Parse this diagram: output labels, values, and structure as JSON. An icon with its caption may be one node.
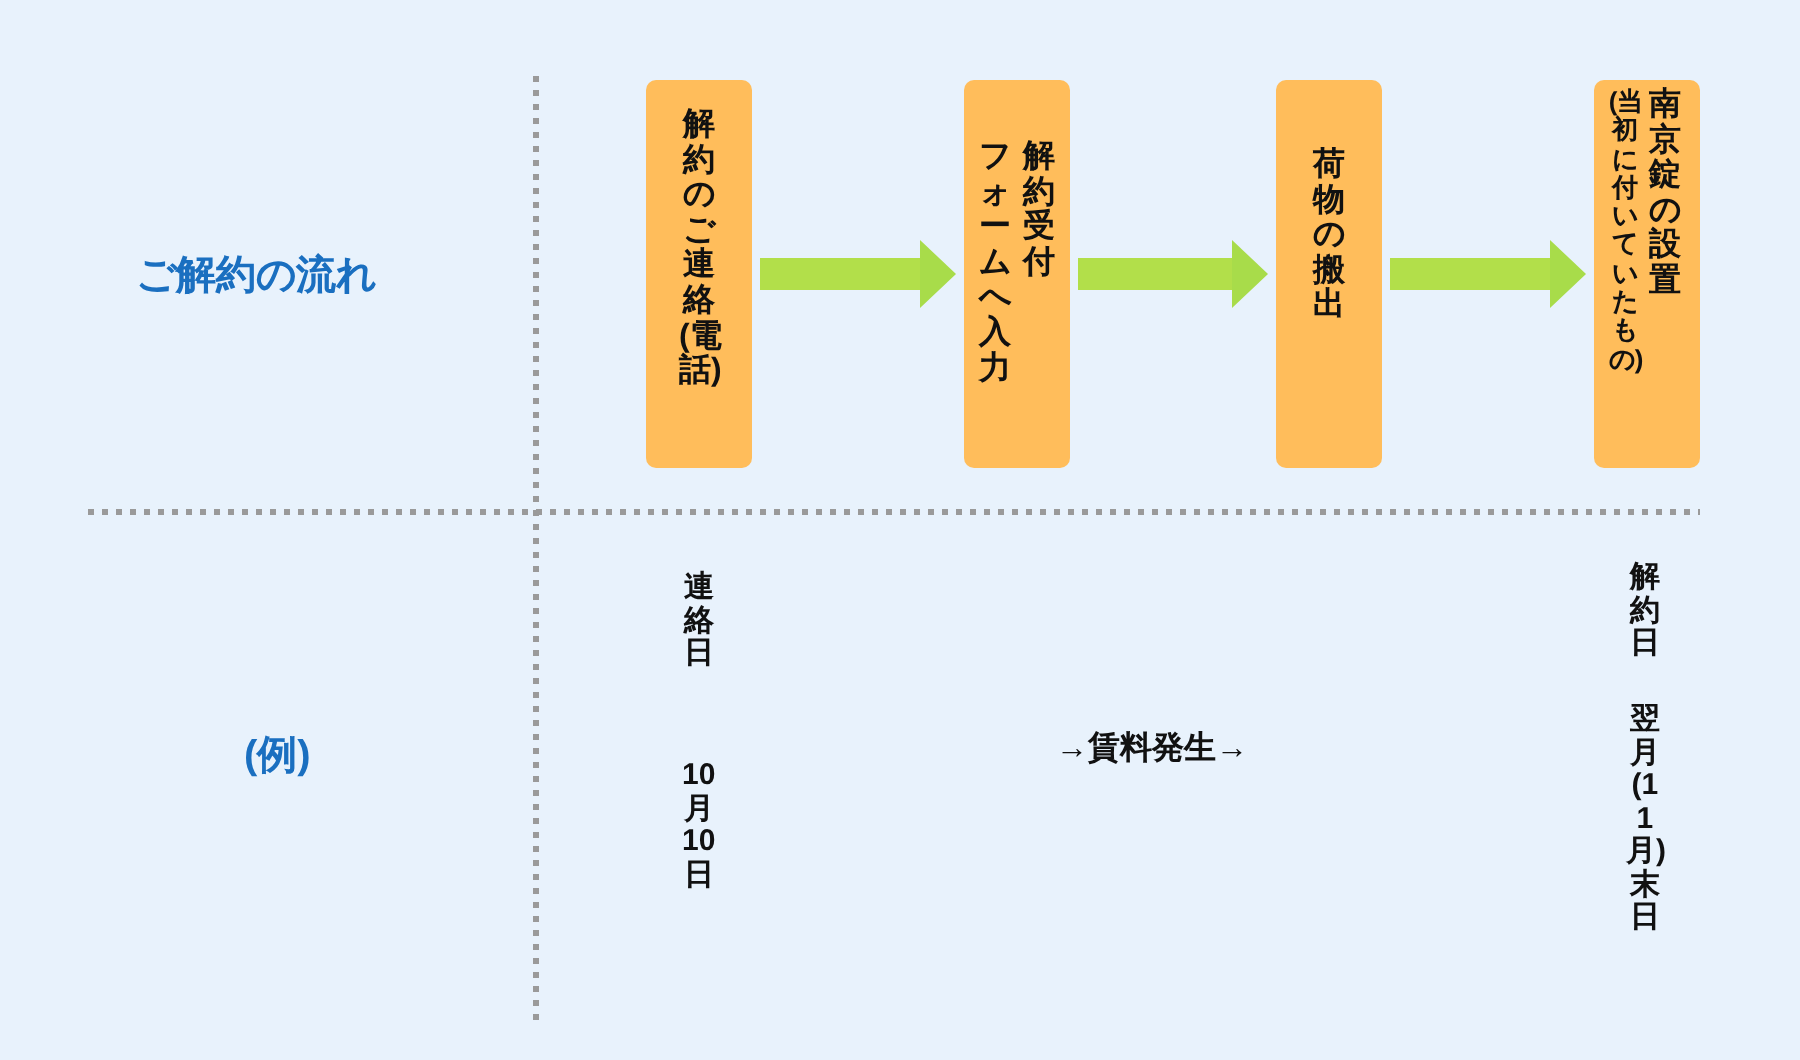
{
  "diagram": {
    "nodes": [
      {
        "text": [
          "解約のご連絡(電話)"
        ]
      },
      {
        "text": [
          "フォームへ入力",
          "解約受付"
        ]
      },
      {
        "text": [
          "荷物の搬出"
        ]
      },
      {
        "text": [
          "(当初に付いていたもの)",
          "南京錠の設置"
        ]
      }
    ],
    "edges": [
      {
        "from": 0,
        "to": 1,
        "arrow": "to"
      },
      {
        "from": 1,
        "to": 2,
        "arrow": "to"
      },
      {
        "from": 2,
        "to": 3,
        "arrow": "to"
      }
    ],
    "labels": [
      "ご解約の流れ",
      "(例)",
      "連絡日",
      "10月10日",
      "→賃料発生→",
      "解約日",
      "翌月(11月)末日"
    ]
  }
}
